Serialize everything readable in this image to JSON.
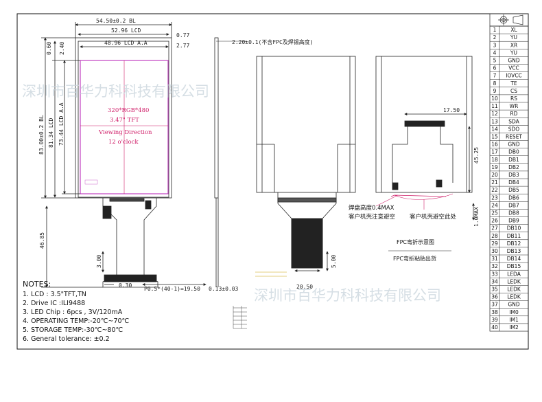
{
  "watermark": "深圳市百华力科科技有限公司",
  "lcd": {
    "line1": "320*RGB*480",
    "line2": "3.47\" TFT",
    "line3": "Viewing Direction",
    "line4": "12 o'clock"
  },
  "dims": {
    "overall_width": "54.50±0.2 BL",
    "lcd_width": "52.96 LCD",
    "lcd_aa_width": "48.96 LCD A.A",
    "right_offset_1": "0.77",
    "right_offset_2": "2.77",
    "top_offset_1": "0.60",
    "top_offset_2": "2.40",
    "overall_height": "83.00±0.2 BL",
    "lcd_height": "81.34 LCD",
    "lcd_aa_height": "73.44 LCD A.A",
    "fpc_length": "46.85",
    "fpc_step": "3.00",
    "pin_offset": "0.30",
    "pitch": "P0.5*(40-1)=19.50",
    "fpc_thickness": "0.13±0.03",
    "side_thickness": "2.20±0.1(不含FPC及焊锡高度)",
    "fpc_width": "20.50",
    "fpc_tail": "5.00",
    "back_17": "17.50",
    "back_45": "45.25",
    "max_1": "1.0MAX"
  },
  "annotations": {
    "solder_height": "焊盘高度0.4MAX",
    "customer_note_left": "客户机壳注意避空",
    "customer_note_right": "客户机壳避空此处",
    "fpc_fold_diagram": "FPC弯折示意图",
    "fpc_fold_ship": "FPC弯折粘贴出货"
  },
  "notes": {
    "title": "NOTES:",
    "items": [
      "1. LCD : 3.5\"TFT,TN",
      "2. Drive IC :ILI9488",
      "3. LED Chip : 6pcs , 3V/120mA",
      "4. OPERATING TEMP:-20℃~70℃",
      "5. STORAGE TEMP:-30℃~80℃",
      "6. General tolerance: ±0.2"
    ]
  },
  "pins": [
    {
      "no": "1",
      "name": "XL"
    },
    {
      "no": "2",
      "name": "YU"
    },
    {
      "no": "3",
      "name": "XR"
    },
    {
      "no": "4",
      "name": "YU"
    },
    {
      "no": "5",
      "name": "GND"
    },
    {
      "no": "6",
      "name": "VCC"
    },
    {
      "no": "7",
      "name": "IOVCC"
    },
    {
      "no": "8",
      "name": "TE"
    },
    {
      "no": "9",
      "name": "CS"
    },
    {
      "no": "10",
      "name": "RS"
    },
    {
      "no": "11",
      "name": "WR"
    },
    {
      "no": "12",
      "name": "RD"
    },
    {
      "no": "13",
      "name": "SDA"
    },
    {
      "no": "14",
      "name": "SDO"
    },
    {
      "no": "15",
      "name": "RESET"
    },
    {
      "no": "16",
      "name": "GND"
    },
    {
      "no": "17",
      "name": "DB0"
    },
    {
      "no": "18",
      "name": "DB1"
    },
    {
      "no": "19",
      "name": "DB2"
    },
    {
      "no": "20",
      "name": "DB3"
    },
    {
      "no": "21",
      "name": "DB4"
    },
    {
      "no": "22",
      "name": "DB5"
    },
    {
      "no": "23",
      "name": "DB6"
    },
    {
      "no": "24",
      "name": "DB7"
    },
    {
      "no": "25",
      "name": "DB8"
    },
    {
      "no": "26",
      "name": "DB9"
    },
    {
      "no": "27",
      "name": "DB10"
    },
    {
      "no": "28",
      "name": "DB11"
    },
    {
      "no": "29",
      "name": "DB12"
    },
    {
      "no": "30",
      "name": "DB13"
    },
    {
      "no": "31",
      "name": "DB14"
    },
    {
      "no": "32",
      "name": "DB15"
    },
    {
      "no": "33",
      "name": "LEDA"
    },
    {
      "no": "34",
      "name": "LEDK"
    },
    {
      "no": "35",
      "name": "LEDK"
    },
    {
      "no": "36",
      "name": "LEDK"
    },
    {
      "no": "37",
      "name": "GND"
    },
    {
      "no": "38",
      "name": "IM0"
    },
    {
      "no": "39",
      "name": "IM1"
    },
    {
      "no": "40",
      "name": "IM2"
    }
  ]
}
